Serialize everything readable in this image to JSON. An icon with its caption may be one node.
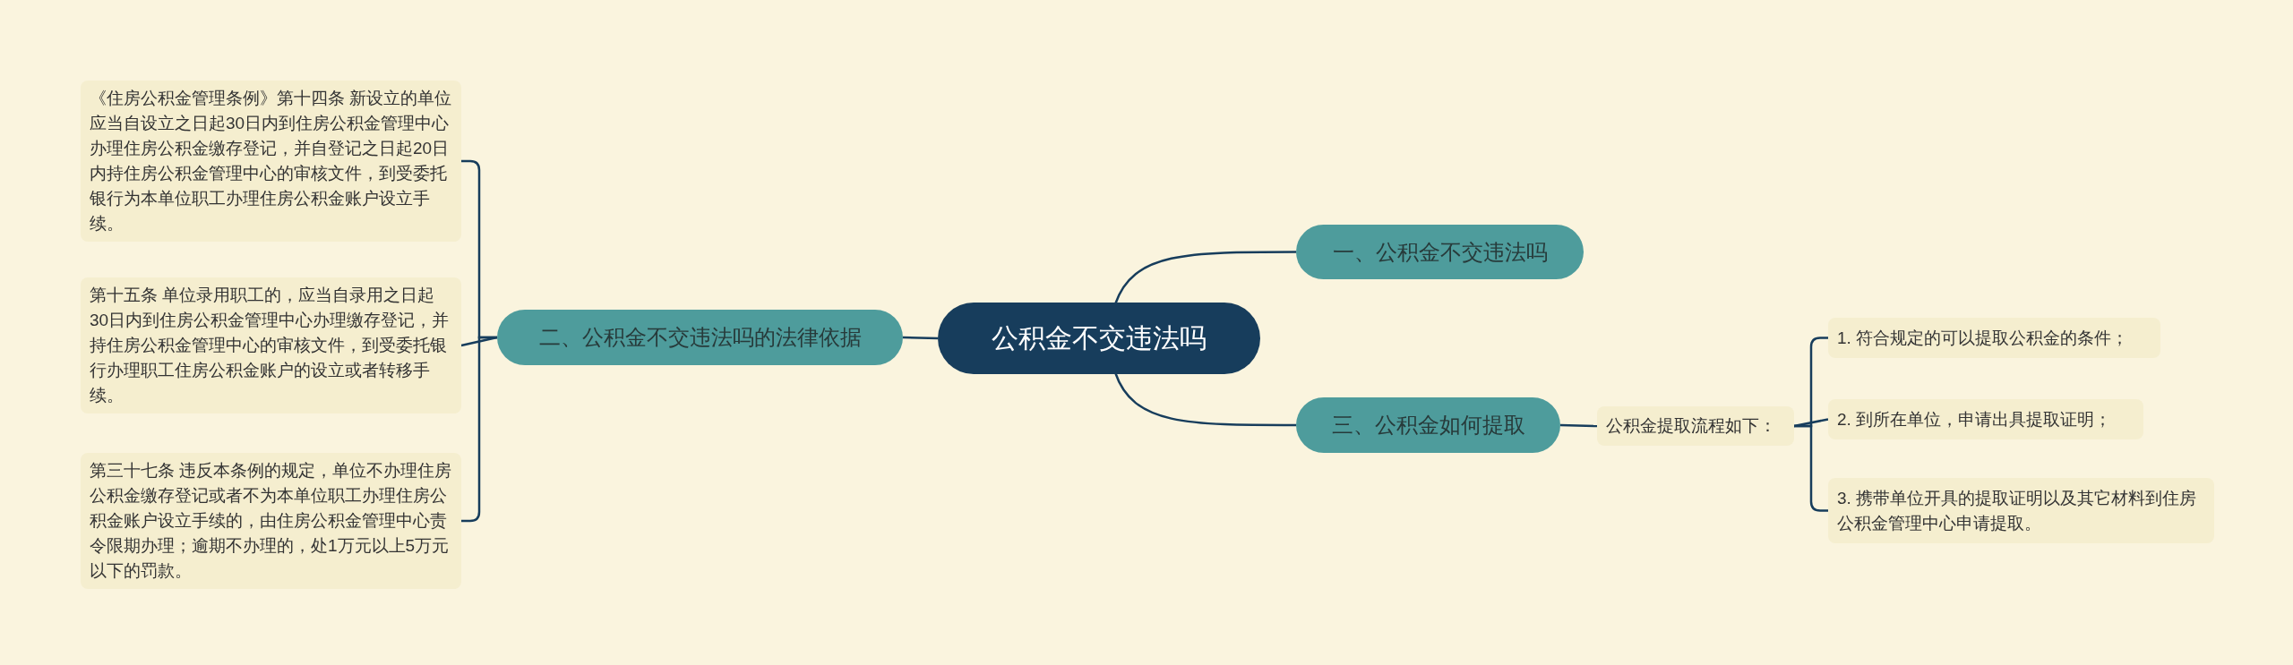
{
  "diagram": {
    "nodes": [
      {
        "text": [
          "公积金不交违法吗"
        ]
      },
      {
        "text": [
          "一、公积金不交违法吗"
        ]
      },
      {
        "text": [
          "二、公积金不交违法吗的法律依据"
        ]
      },
      {
        "text": [
          "三、公积金如何提取"
        ]
      },
      {
        "text": [
          "《住房公积金管理条例》第十四条 新设立的单位应当自设立之日起30日内到住房公积金管理中心办理住房公积金缴存登记，并自登记之日起20日内持住房公积金管理中心的审核文件，到受委托银行为本单位职工办理住房公积金账户设立手续。"
        ]
      },
      {
        "text": [
          "第十五条 单位录用职工的，应当自录用之日起30日内到住房公积金管理中心办理缴存登记，并持住房公积金管理中心的审核文件，到受委托银行办理职工住房公积金账户的设立或者转移手续。"
        ]
      },
      {
        "text": [
          "第三十七条 违反本条例的规定，单位不办理住房公积金缴存登记或者不为本单位职工办理住房公积金账户设立手续的，由住房公积金管理中心责令限期办理；逾期不办理的，处1万元以上5万元以下的罚款。"
        ]
      },
      {
        "text": [
          "公积金提取流程如下："
        ]
      },
      {
        "text": [
          "1. 符合规定的可以提取公积金的条件；"
        ]
      },
      {
        "text": [
          "2. 到所在单位，申请出具提取证明；"
        ]
      },
      {
        "text": [
          "3. 携带单位开具的提取证明以及其它材料到住房公积金管理中心申请提取。"
        ]
      }
    ],
    "edges": [
      {
        "from": 0,
        "to": 1,
        "arrow": "none"
      },
      {
        "from": 0,
        "to": 2,
        "arrow": "none"
      },
      {
        "from": 0,
        "to": 3,
        "arrow": "none"
      },
      {
        "from": 2,
        "to": 4,
        "arrow": "none"
      },
      {
        "from": 2,
        "to": 5,
        "arrow": "none"
      },
      {
        "from": 2,
        "to": 6,
        "arrow": "none"
      },
      {
        "from": 3,
        "to": 7,
        "arrow": "none"
      },
      {
        "from": 7,
        "to": 8,
        "arrow": "none"
      },
      {
        "from": 7,
        "to": 9,
        "arrow": "none"
      },
      {
        "from": 7,
        "to": 10,
        "arrow": "none"
      }
    ]
  }
}
